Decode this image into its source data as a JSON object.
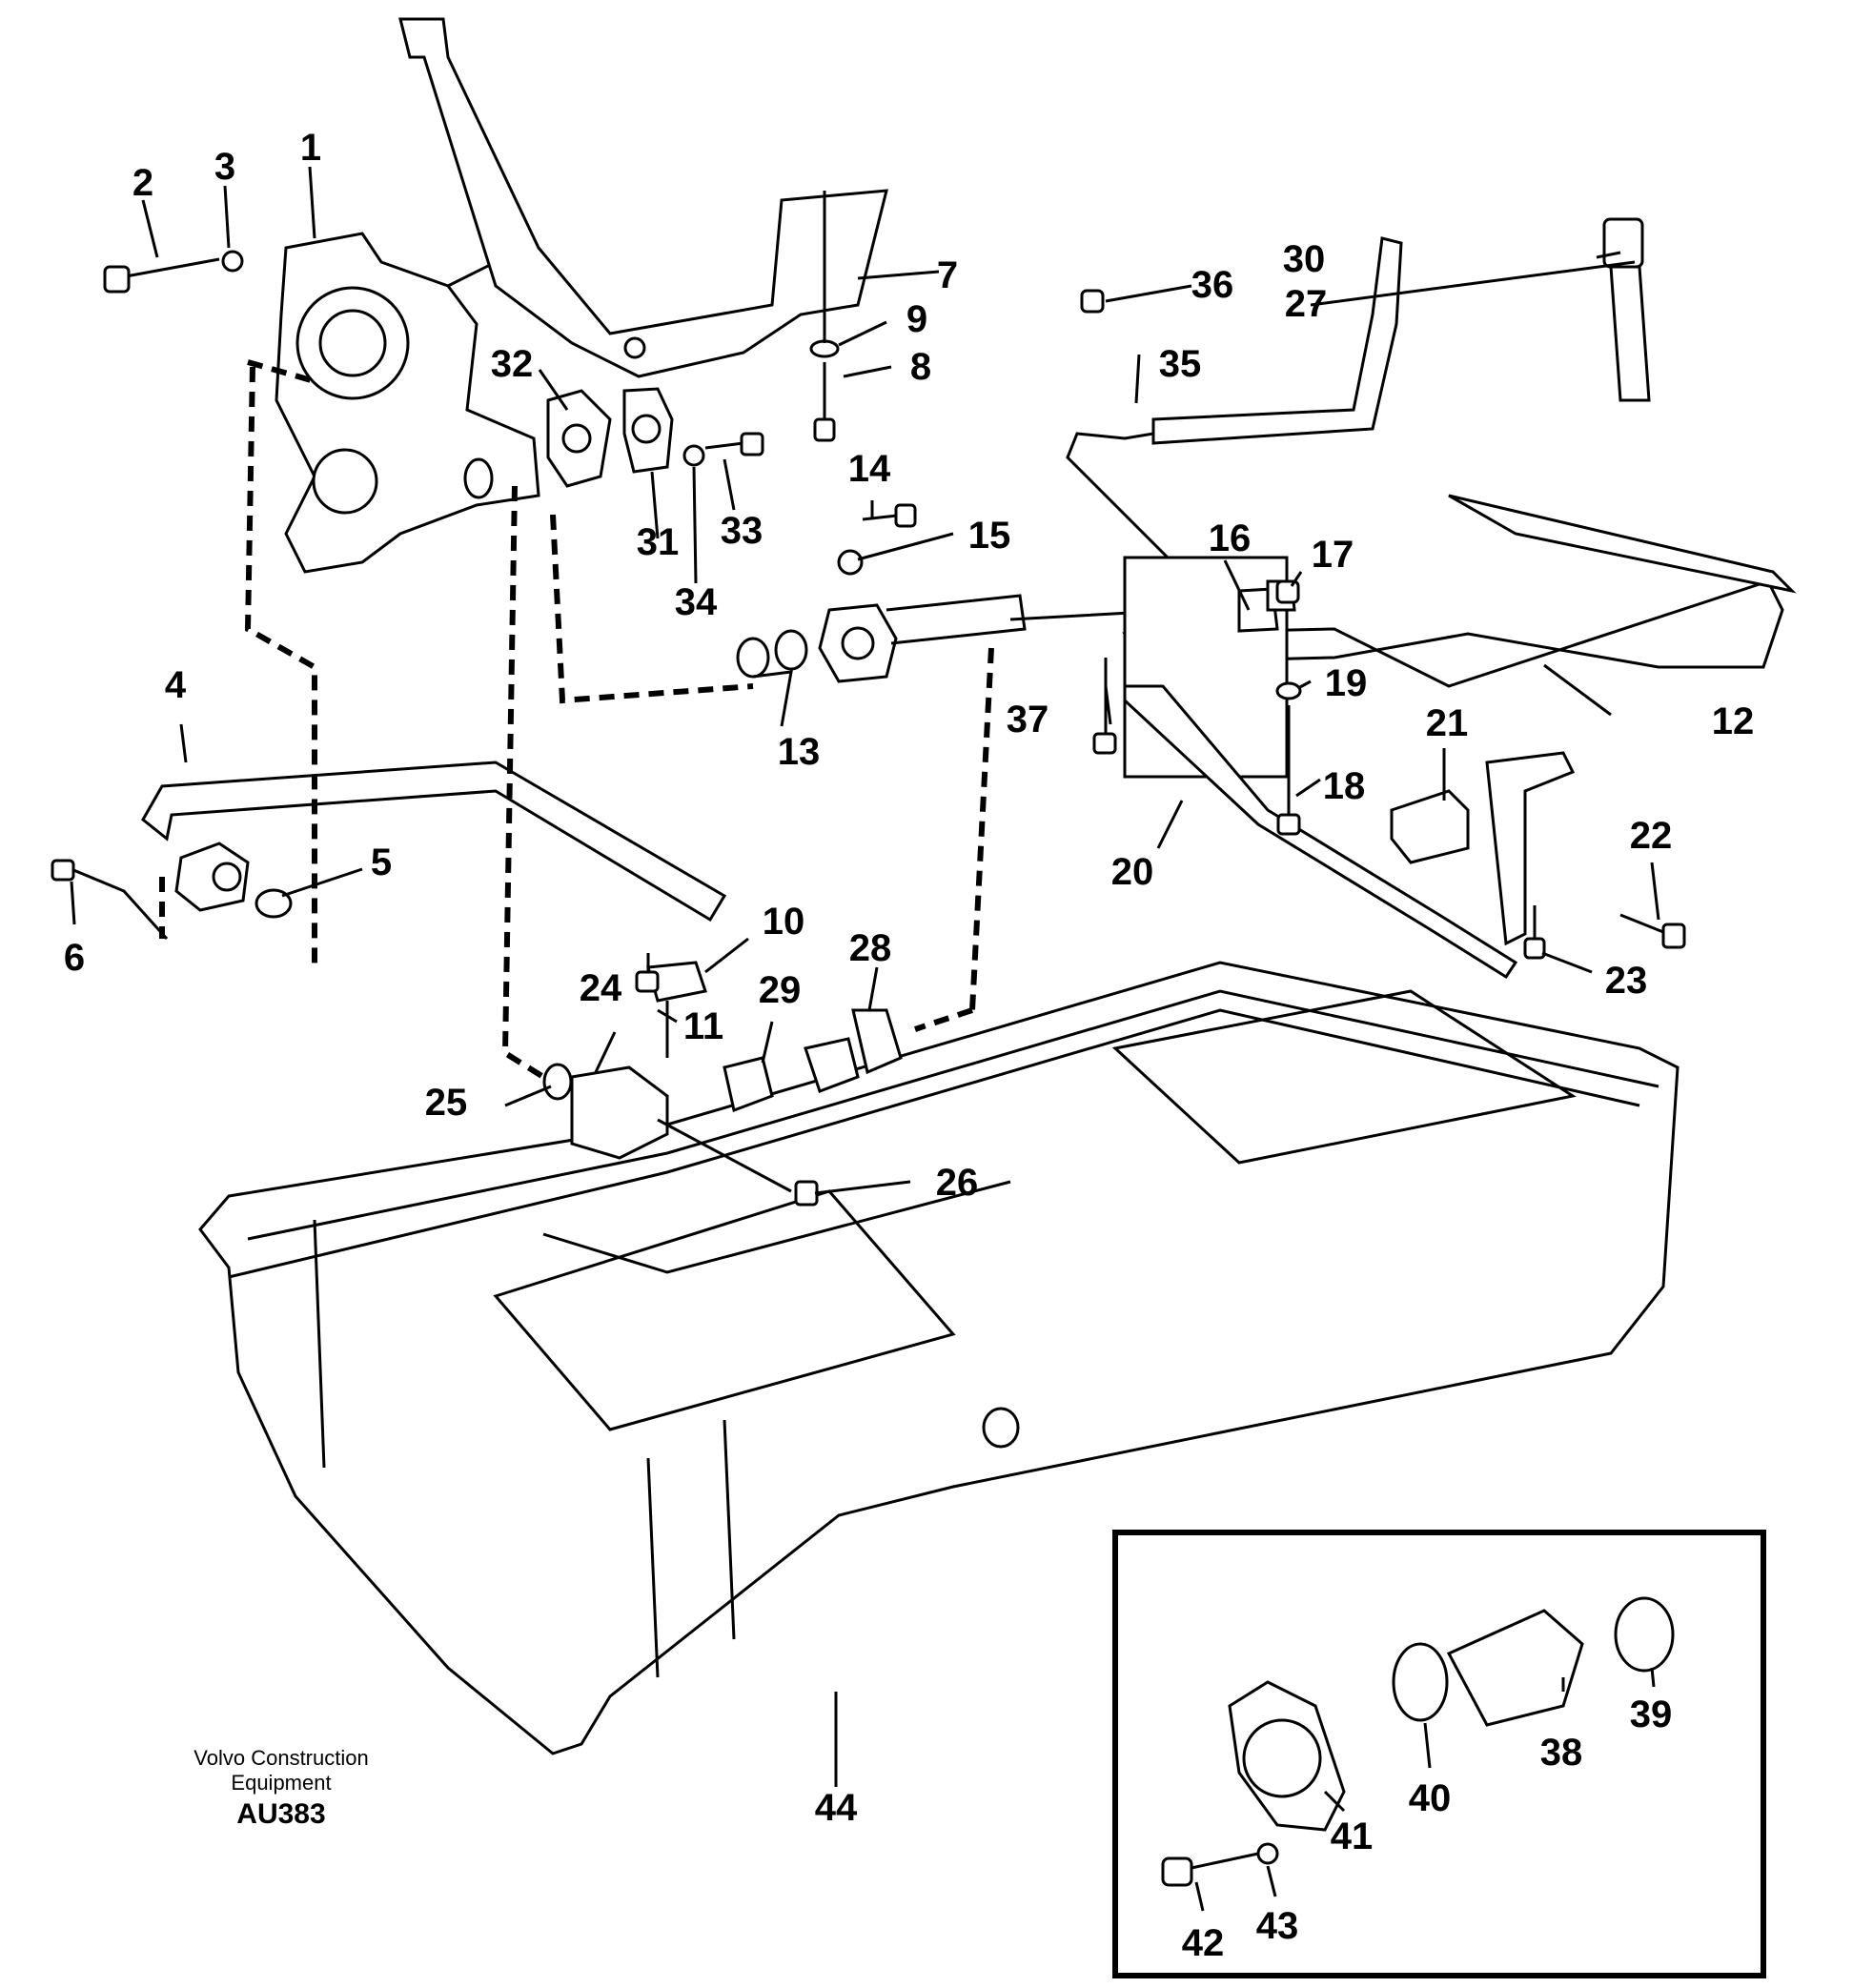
{
  "callouts": [
    "1",
    "2",
    "3",
    "4",
    "5",
    "6",
    "7",
    "8",
    "9",
    "10",
    "11",
    "12",
    "13",
    "14",
    "15",
    "16",
    "17",
    "18",
    "19",
    "20",
    "21",
    "22",
    "23",
    "24",
    "25",
    "26",
    "27",
    "28",
    "29",
    "30",
    "31",
    "32",
    "33",
    "34",
    "35",
    "36",
    "37",
    "38",
    "39",
    "40",
    "41",
    "42",
    "43",
    "44"
  ],
  "credit": {
    "company": "Volvo Construction",
    "company_line2": "Equipment",
    "code": "AU383"
  }
}
